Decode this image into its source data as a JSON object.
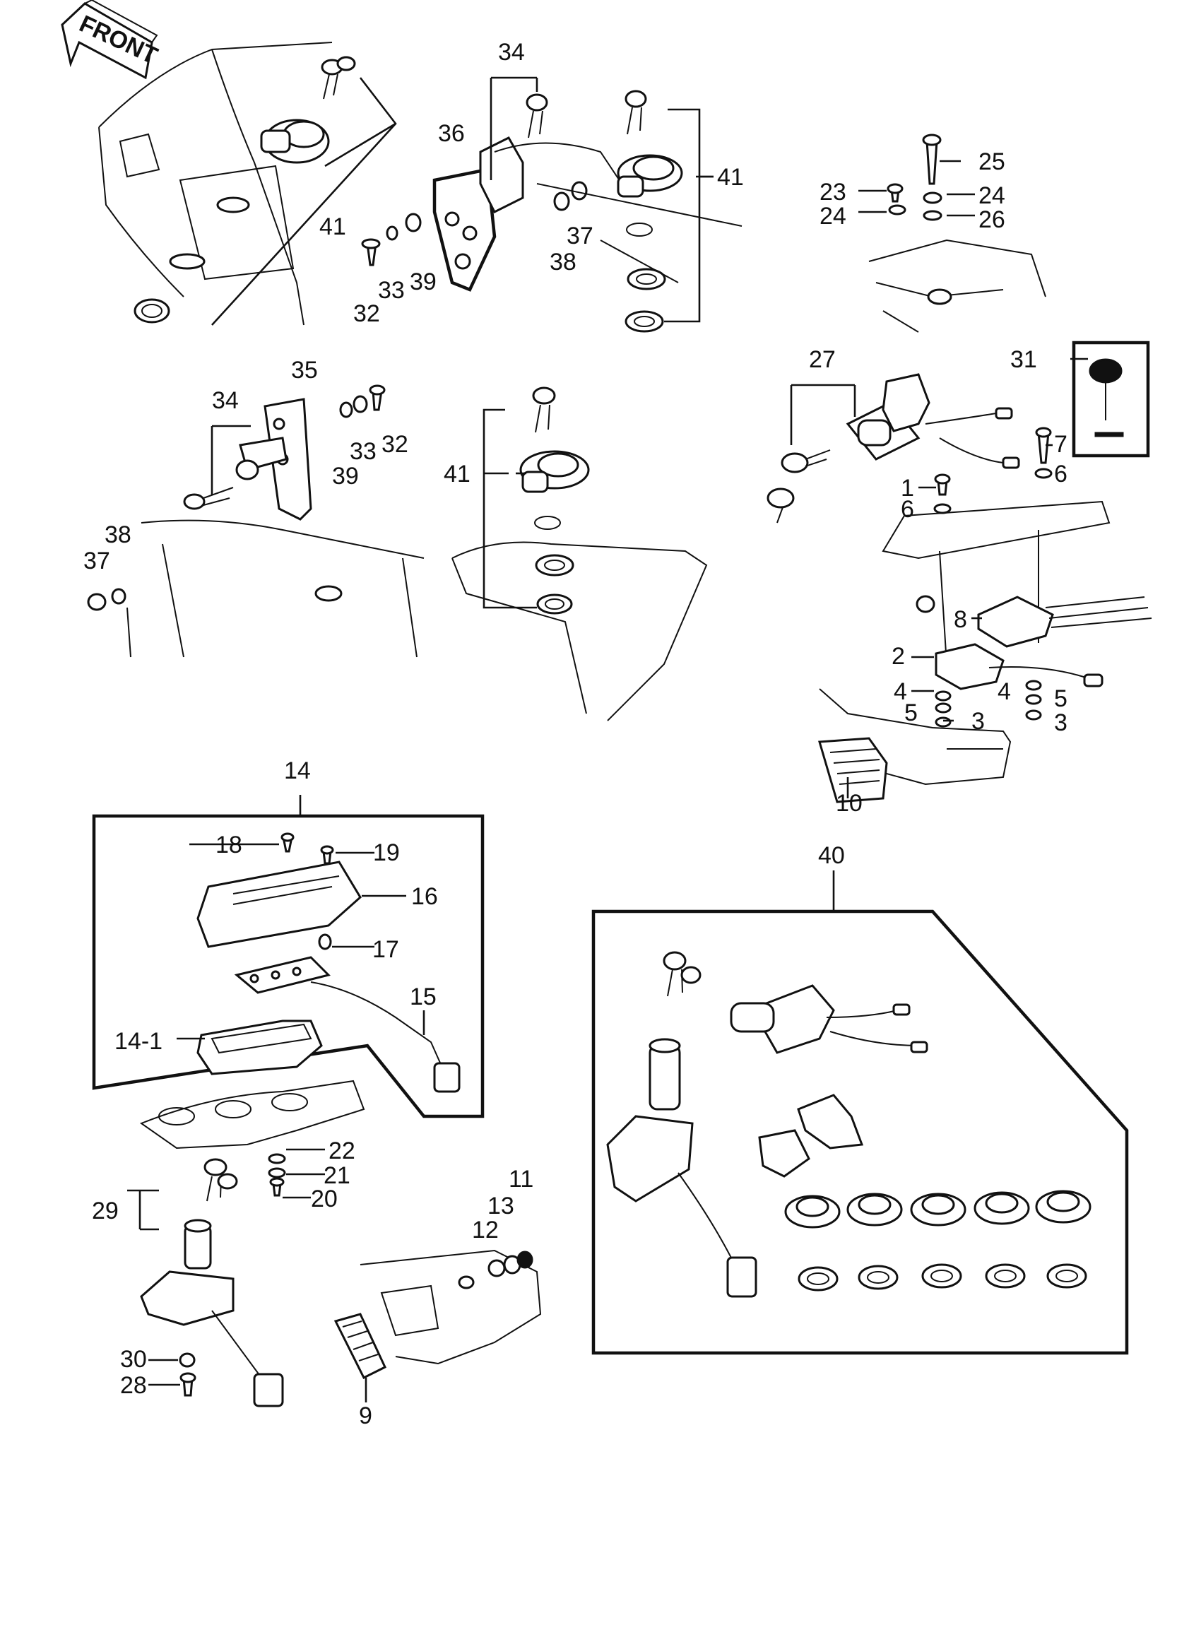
{
  "diagram": {
    "front_sign": "FRONT",
    "callouts": [
      "1",
      "2",
      "3",
      "3",
      "4",
      "4",
      "5",
      "5",
      "6",
      "6",
      "7",
      "8",
      "9",
      "10",
      "11",
      "12",
      "13",
      "14",
      "14-1",
      "15",
      "16",
      "17",
      "18",
      "19",
      "20",
      "21",
      "22",
      "23",
      "24",
      "24",
      "25",
      "26",
      "27",
      "28",
      "29",
      "30",
      "31",
      "32",
      "32",
      "33",
      "33",
      "34",
      "34",
      "35",
      "36",
      "37",
      "37",
      "38",
      "38",
      "39",
      "39",
      "40",
      "41",
      "41",
      "41"
    ]
  }
}
